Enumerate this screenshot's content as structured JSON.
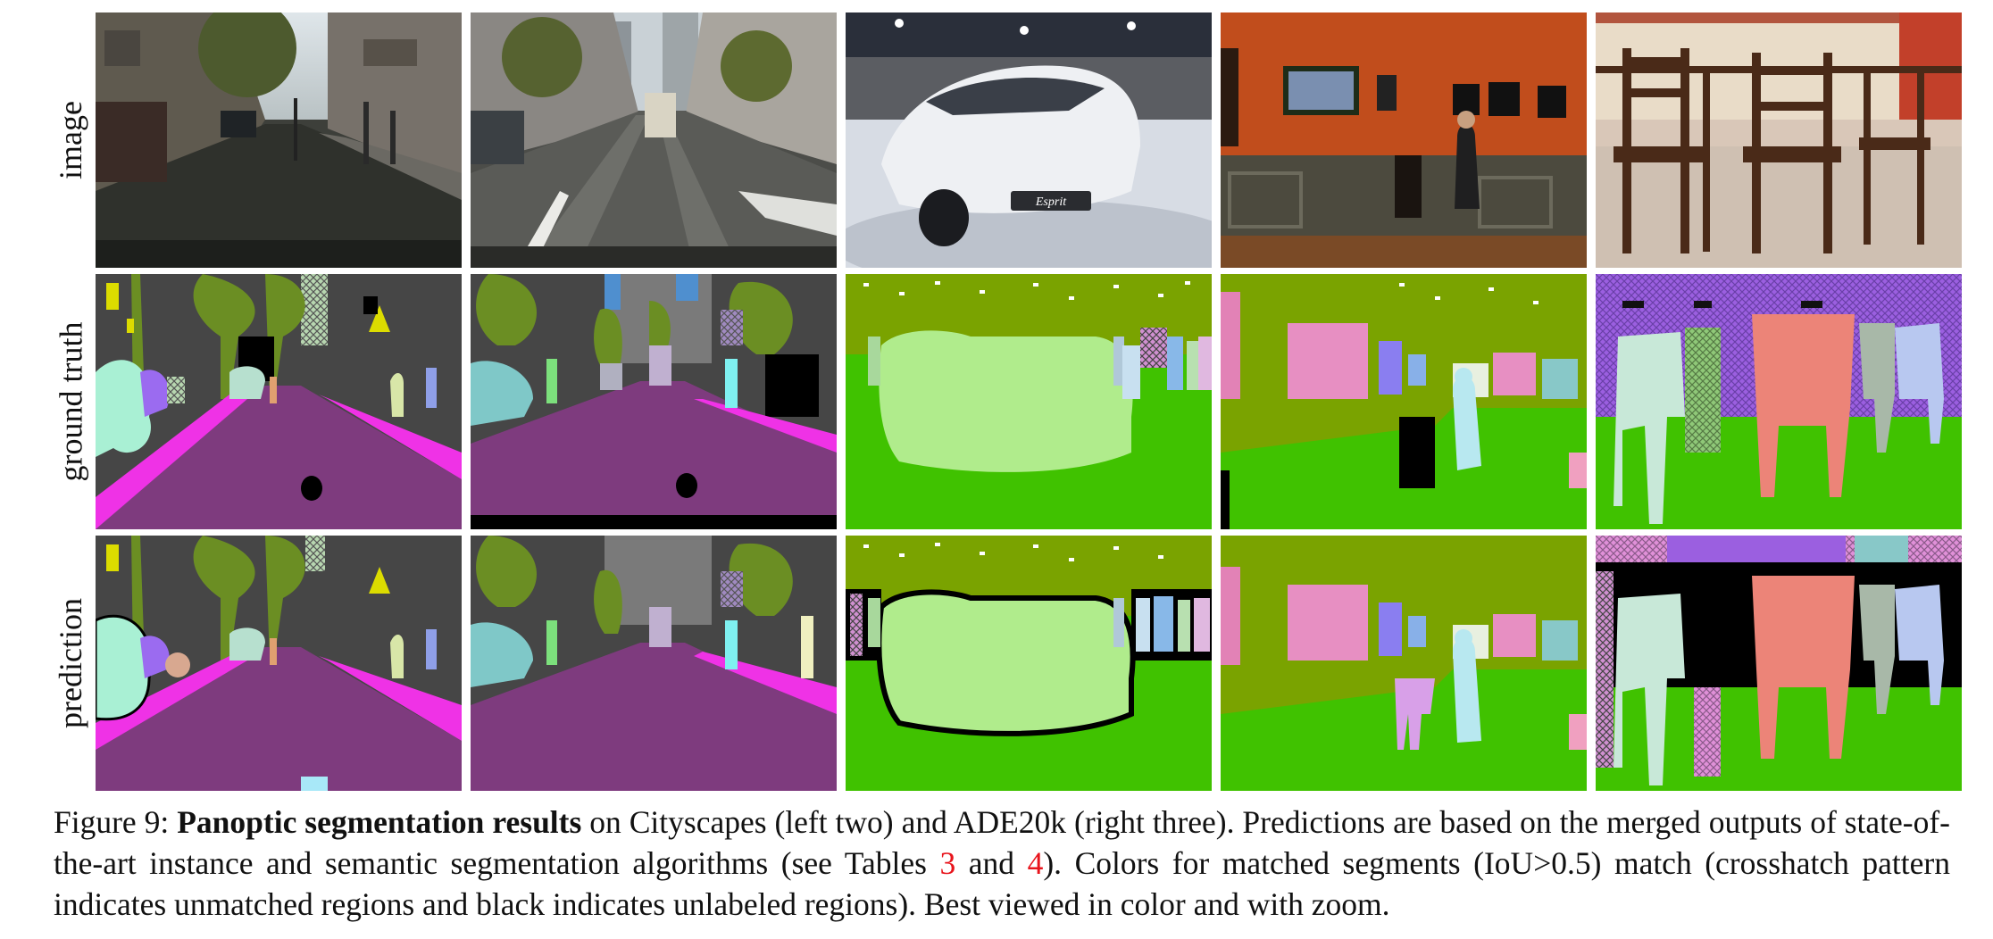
{
  "rows": [
    {
      "label": "image"
    },
    {
      "label": "ground truth"
    },
    {
      "label": "prediction"
    }
  ],
  "columns": [
    {
      "dataset": "Cityscapes"
    },
    {
      "dataset": "Cityscapes"
    },
    {
      "dataset": "ADE20k"
    },
    {
      "dataset": "ADE20k"
    },
    {
      "dataset": "ADE20k"
    }
  ],
  "photo_text": {
    "car_plate": "Esprit"
  },
  "caption": {
    "figure_label": "Figure 9:",
    "bold_title": "Panoptic segmentation results",
    "text_1": " on Cityscapes (left two) and ADE20k (right three). Predictions are based on the merged outputs of state-of-the-art instance and semantic segmentation algorithms (see Tables ",
    "ref_1": "3",
    "text_2": " and ",
    "ref_2": "4",
    "text_3": ").  Colors for matched segments (IoU>0.5) match (crosshatch pattern indicates unmatched regions and black indicates unlabeled regions). Best viewed in color and with zoom."
  },
  "colors": {
    "road": "#7e3b7e",
    "sidewalk": "#ef32e6",
    "building": "#464646",
    "vegetation": "#6b8e23",
    "sign": "#dcdc00",
    "car": "#7fc8c8",
    "floor": "#40c200",
    "wall": "#7aa300",
    "chair_red": "#ec8478",
    "sky": "#9b5fe0",
    "unlabeled": "#000000",
    "reference_link": "#e8141c"
  }
}
